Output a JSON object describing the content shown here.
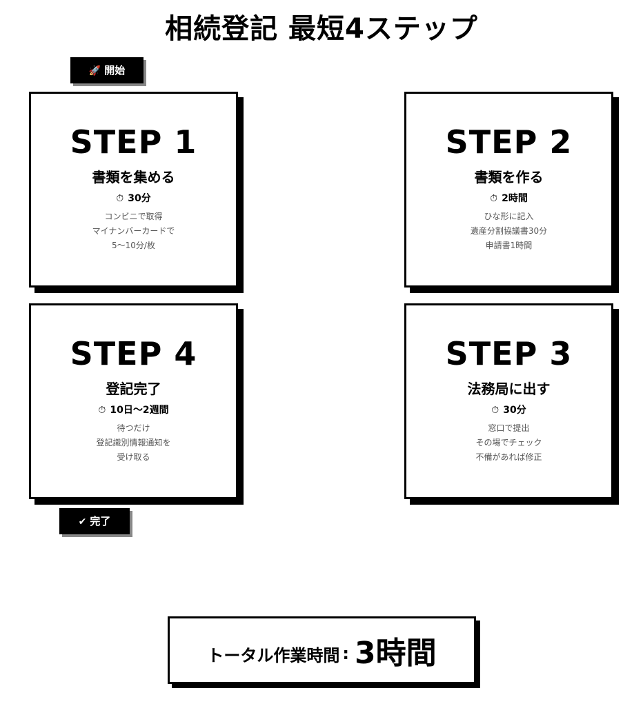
{
  "title": "相続登記 最短4ステップ",
  "start_tag": {
    "icon": "rocket-icon",
    "glyph": "🚀",
    "label": "開始"
  },
  "done_tag": {
    "icon": "check-icon",
    "glyph": "✔",
    "label": "完了"
  },
  "steps": [
    {
      "step": "STEP 1",
      "name": "書類を集める",
      "clock": "⏱",
      "time": "30分",
      "desc": [
        "コンビニで取得",
        "マイナンバーカードで",
        "5〜10分/枚"
      ]
    },
    {
      "step": "STEP 2",
      "name": "書類を作る",
      "clock": "⏱",
      "time": "2時間",
      "desc": [
        "ひな形に記入",
        "遺産分割協議書30分",
        "申請書1時間"
      ]
    },
    {
      "step": "STEP 3",
      "name": "法務局に出す",
      "clock": "⏱",
      "time": "30分",
      "desc": [
        "窓口で提出",
        "その場でチェック",
        "不備があれば修正"
      ]
    },
    {
      "step": "STEP 4",
      "name": "登記完了",
      "clock": "⏱",
      "time": "10日〜2週間",
      "desc": [
        "待つだけ",
        "登記識別情報通知を",
        "受け取る"
      ]
    }
  ],
  "total": {
    "label": "トータル作業時間",
    "separator": ":",
    "value": "3時間"
  },
  "colors": {
    "border": "#000000",
    "background": "#ffffff",
    "desc_text": "#555555",
    "tag_bg": "#000000",
    "tag_text": "#ffffff"
  }
}
